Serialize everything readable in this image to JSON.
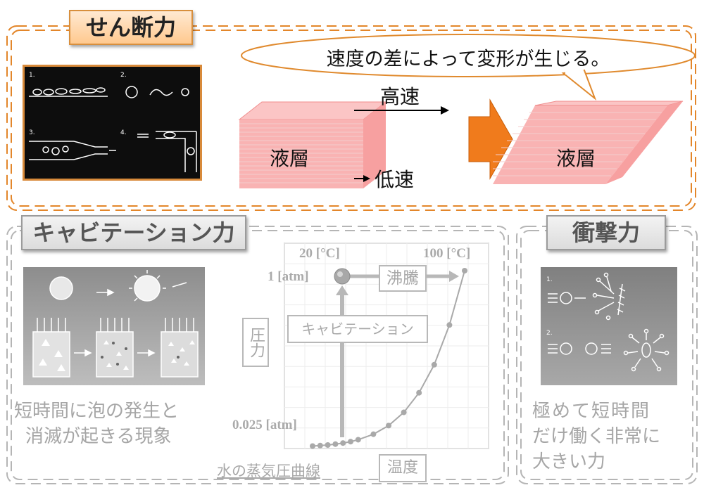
{
  "shear": {
    "title": "せん断力",
    "bubble_text": "速度の差によって変形が生じる。",
    "fast_label": "高速",
    "slow_label": "低速",
    "layer_left": "液層",
    "layer_right": "液層",
    "photo_panel_numbers": [
      "1.",
      "2.",
      "3.",
      "4."
    ],
    "colors": {
      "accent": "#e3862a",
      "layers": "#f7a8a8",
      "arrow": "#f07b1c"
    }
  },
  "cavitation": {
    "title": "キャビテーション力",
    "description_line1": "短時間に泡の発生と",
    "description_line2": "消滅が起きる現象",
    "chart_caption": "水の蒸気圧曲線",
    "axis_x_label": "温度",
    "axis_y_label": "圧力",
    "label_20c": "20 [°C]",
    "label_100c": "100 [°C]",
    "label_1atm": "1 [atm]",
    "label_0025atm": "0.025 [atm]",
    "boiling_label": "沸騰",
    "cavitation_label": "キャビテーション"
  },
  "impact": {
    "title": "衝撃力",
    "description_line1": "極めて短時間",
    "description_line2": "だけ働く非常に",
    "description_line3": "大きい力",
    "photo_panel_numbers": [
      "1.",
      "2."
    ]
  },
  "chart_data": {
    "type": "scatter",
    "xlabel": "温度",
    "ylabel": "圧力",
    "x": [
      0,
      5,
      10,
      15,
      20,
      25,
      30,
      40,
      50,
      60,
      70,
      80,
      90,
      100
    ],
    "y": [
      0.006,
      0.009,
      0.012,
      0.017,
      0.023,
      0.031,
      0.042,
      0.073,
      0.122,
      0.197,
      0.308,
      0.467,
      0.692,
      1.0
    ],
    "xlim": [
      0,
      100
    ],
    "ylim": [
      0,
      1.0
    ],
    "grid": true
  }
}
